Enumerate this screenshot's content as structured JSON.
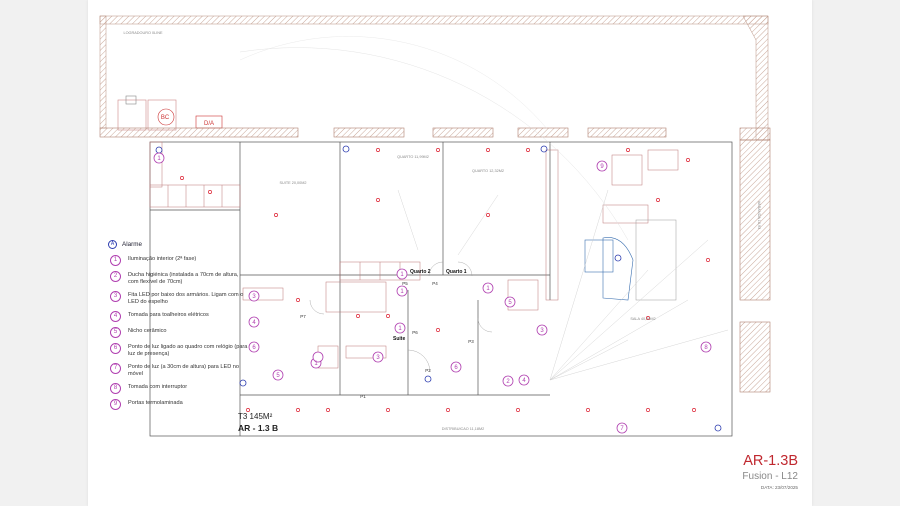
{
  "plan": {
    "street": "LOGRADOURO 0LINE",
    "bc": "BC",
    "da": "D/A",
    "rooms": {
      "suite_small": "SUITE 20,00M2",
      "quarto2_small": "QUARTO 11,99M2",
      "quarto1_small": "QUARTO 12,32M2",
      "sala_small": "SALA 40,39M2",
      "distribuicao": "DISTRIBUICAO 11,18M2",
      "quarto2": "Quarto 2",
      "quarto1": "Quarto 1",
      "suite": "Suite"
    },
    "doors": [
      "P1",
      "P2",
      "P3",
      "P4",
      "P5",
      "P6",
      "P7"
    ],
    "side_label": "VARANDA 10,93"
  },
  "legend": {
    "title": "Alarme",
    "items": [
      {
        "n": "1",
        "text": "Iluminação interior (2ª fase)"
      },
      {
        "n": "2",
        "text": "Ducha higiénica (instalada a 70cm de altura, com flexível de 70cm)"
      },
      {
        "n": "3",
        "text": "Fita LED por baixo dos armários. Ligam com o LED do espelho"
      },
      {
        "n": "4",
        "text": "Tomada para toalheiros elétricos"
      },
      {
        "n": "5",
        "text": "Nicho cerâmico"
      },
      {
        "n": "6",
        "text": "Ponto de luz ligado ao quadro com relógio (para luz de presença)"
      },
      {
        "n": "7",
        "text": "Ponto de luz (a 30cm de altura) para LED no móvel"
      },
      {
        "n": "8",
        "text": "Tomada com interruptor"
      },
      {
        "n": "9",
        "text": "Portas termolaminada"
      }
    ]
  },
  "labels": {
    "type": "T3 145M²",
    "code": "AR - 1.3 B"
  },
  "title_block": {
    "code": "AR-1.3B",
    "name": "Fusion - L12",
    "date": "DATA: 23/07/2025"
  }
}
